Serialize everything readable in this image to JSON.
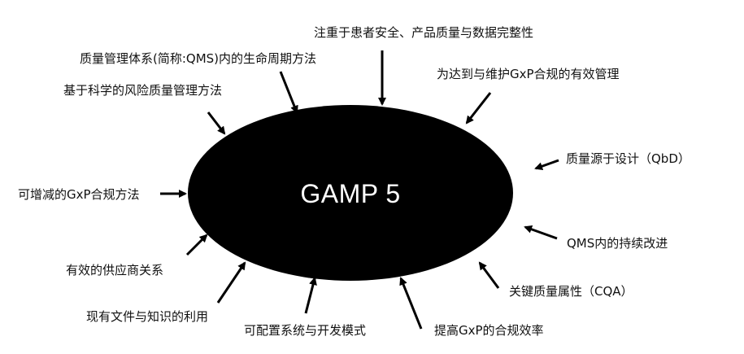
{
  "center": {
    "title": "GAMP 5",
    "fill": "#000000",
    "text_color": "#ffffff"
  },
  "labels": {
    "top_center": "注重于患者安全、产品质量与数据完整性",
    "top_left": "质量管理体系(简称:QMS)内的生命周期方法",
    "top_right": "为达到与维护GxP合规的有效管理",
    "upper_left": "基于科学的风险质量管理方法",
    "right_upper": "质量源于设计（QbD）",
    "left_middle": "可增减的GxP合规方法",
    "right_middle": "QMS内的持续改进",
    "left_lower": "有效的供应商关系",
    "right_lower": "关键质量属性（CQA）",
    "bottom_left": "现有文件与知识的利用",
    "bottom_center_left": "可配置系统与开发模式",
    "bottom_center_right": "提高GxP的合规效率"
  }
}
